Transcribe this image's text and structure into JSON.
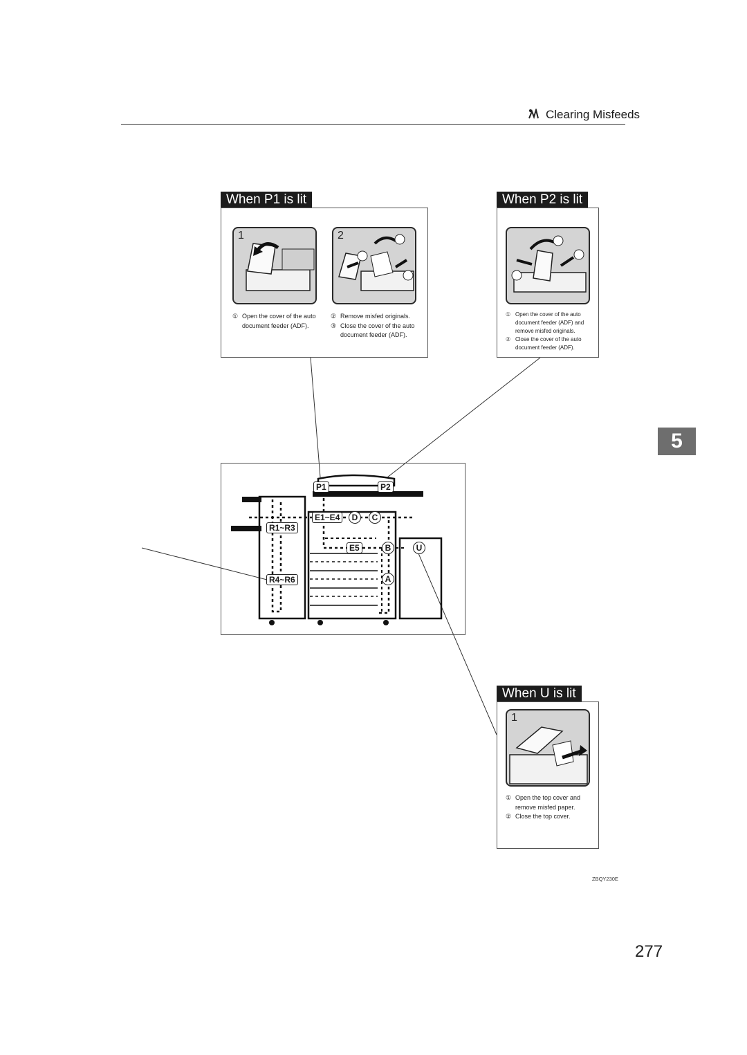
{
  "header": {
    "icon": "misfeed-icon",
    "title": "Clearing Misfeeds"
  },
  "chapter_tab": "5",
  "panel_p1": {
    "banner": "When P1 is lit",
    "illus1_number": "1",
    "illus2_number": "2",
    "step1_marker": "①",
    "step1_text": "Open the cover of the auto document feeder (ADF).",
    "step2_marker": "②",
    "step2_text": "Remove misfed originals.",
    "step3_marker": "③",
    "step3_text": "Close the cover of the auto document feeder (ADF)."
  },
  "panel_p2": {
    "banner": "When P2 is lit",
    "step1_marker": "①",
    "step1_text": "Open the cover of the auto document feeder (ADF) and remove misfed originals.",
    "step2_marker": "②",
    "step2_text": "Close the cover of the auto document feeder (ADF)."
  },
  "panel_u": {
    "banner": "When U is lit",
    "illus1_number": "1",
    "step1_marker": "①",
    "step1_text": "Open the top cover and remove misfed paper.",
    "step2_marker": "②",
    "step2_text": "Close the top cover."
  },
  "diagram": {
    "label_p1": "P1",
    "label_p2": "P2",
    "label_e1e4": "E1~E4",
    "label_d": "D",
    "label_c": "C",
    "label_r1r3": "R1~R3",
    "label_e5": "E5",
    "label_b": "B",
    "label_u": "U",
    "label_r4r6": "R4~R6",
    "label_a": "A"
  },
  "figure_code": "ZBQY230E",
  "page_number": "277"
}
